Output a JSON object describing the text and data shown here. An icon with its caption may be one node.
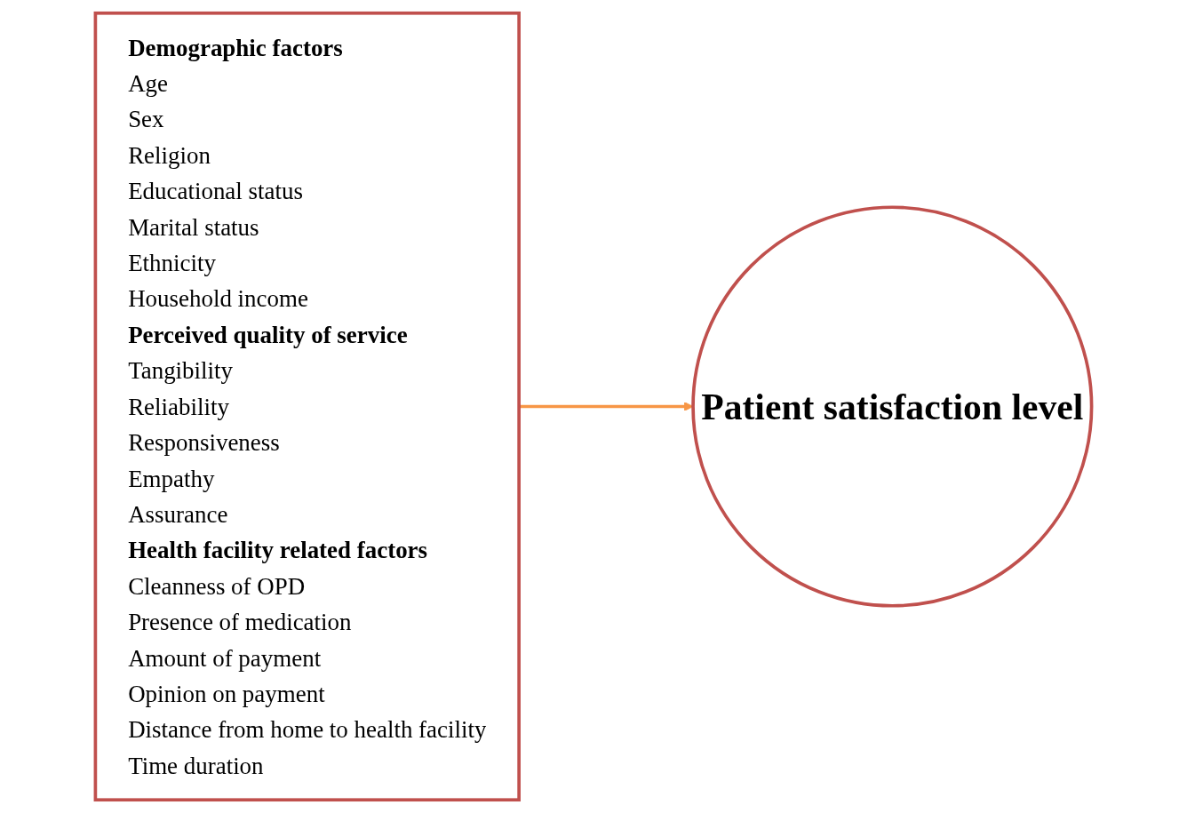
{
  "diagram": {
    "nodes": [
      {
        "text": [
          "Demographic factors",
          "Age",
          "Sex",
          "Religion",
          "Educational status",
          "Marital status",
          "Ethnicity",
          "Household income",
          "Perceived quality of service",
          "Tangibility",
          "Reliability",
          "Responsiveness",
          "Empathy",
          "Assurance",
          "Health facility related factors",
          "Cleanness of OPD",
          "Presence of medication",
          "Amount of payment",
          "Opinion on payment",
          "Distance from home to health facility",
          "Time duration"
        ]
      },
      {
        "text": [
          "Patient satisfaction level"
        ]
      }
    ],
    "edges": [
      {
        "from": 0,
        "to": 1,
        "arrow": "to",
        "color": "#f79646"
      }
    ]
  }
}
